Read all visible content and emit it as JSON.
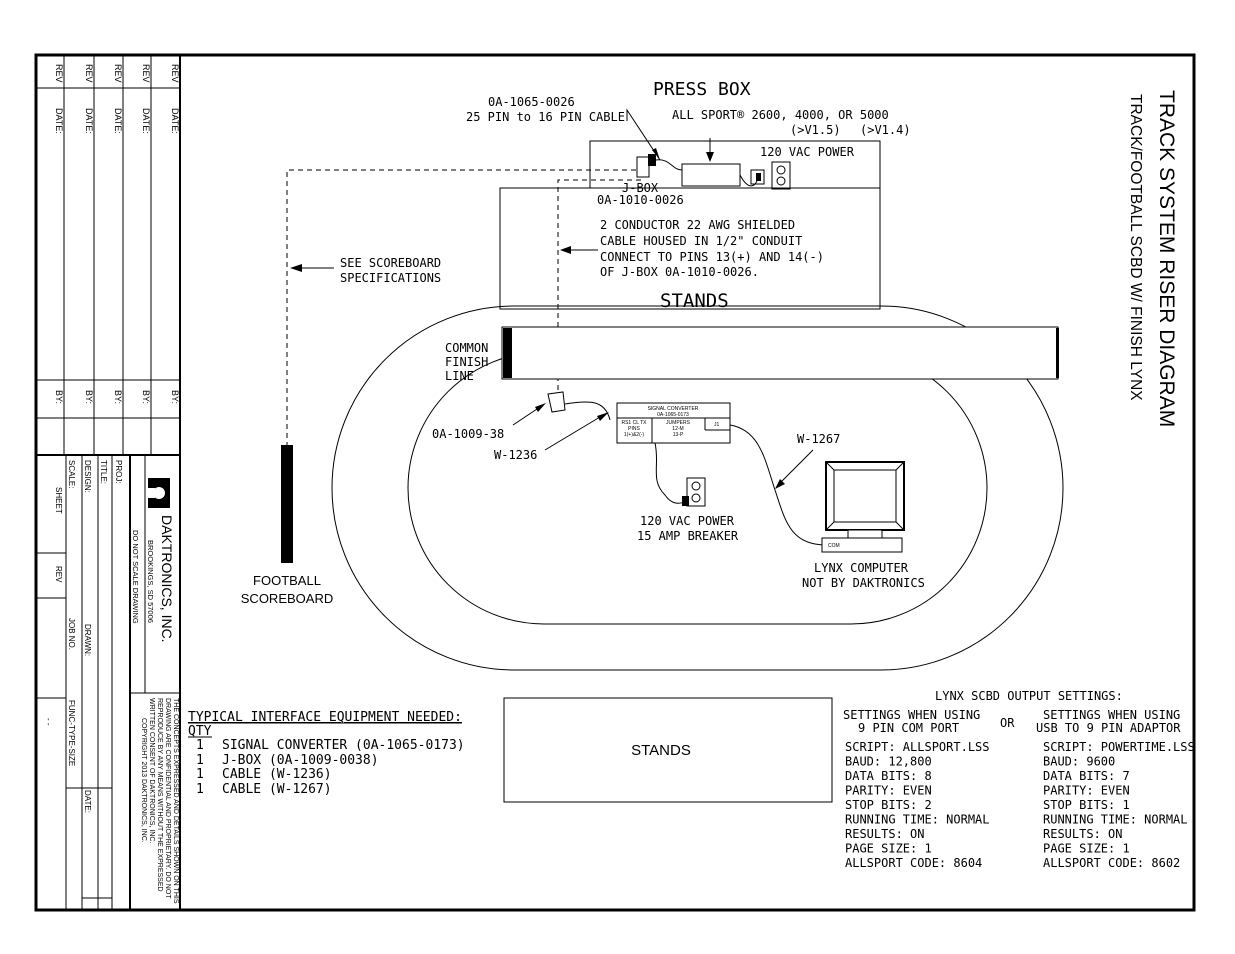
{
  "press_box": {
    "title": "PRESS BOX",
    "cable_part": "0A-1065-0026",
    "cable_desc": "25 PIN to 16 PIN CABLE",
    "allsport_line1": "ALL SPORT® 2600, 4000, OR 5000",
    "allsport_v1": "(>V1.5)",
    "allsport_v2": "(>V1.4)",
    "power": "120 VAC POWER",
    "jbox_label": "J-BOX",
    "jbox_part": "0A-1010-0026"
  },
  "stands_top": {
    "note_lines": [
      "2 CONDUCTOR 22 AWG SHIELDED",
      "CABLE HOUSED IN 1/2\" CONDUIT",
      "CONNECT TO PINS 13(+) AND 14(-)",
      "OF J-BOX 0A-1010-0026."
    ],
    "label": "STANDS"
  },
  "see_scoreboard": [
    "SEE SCOREBOARD",
    "SPECIFICATIONS"
  ],
  "finish_line": [
    "COMMON",
    "FINISH",
    "LINE"
  ],
  "jbox_track_part": "0A-1009-38",
  "cable_w1236": "W-1236",
  "cable_w1267": "W-1267",
  "signal_converter": {
    "title": "SIGNAL CONVERTER",
    "part": "0A-1065-0173",
    "col1": [
      "RS1 CL TX",
      "PINS",
      "1(+)&2(-)"
    ],
    "col2": [
      "JUMPERS",
      "12-M",
      "13-P"
    ],
    "j1": "J1"
  },
  "outlet_power": [
    "120 VAC POWER",
    "15 AMP BREAKER"
  ],
  "lynx_computer": [
    "LYNX COMPUTER",
    "NOT BY DAKTRONICS"
  ],
  "computer_badge": "COM",
  "football_scoreboard": [
    "FOOTBALL",
    "SCOREBOARD"
  ],
  "stands_bottom": "STANDS",
  "equipment": {
    "header": "TYPICAL INTERFACE EQUIPMENT NEEDED:",
    "qty_label": "QTY",
    "items": [
      {
        "qty": "1",
        "desc": "SIGNAL CONVERTER (0A-1065-0173)"
      },
      {
        "qty": "1",
        "desc": "J-BOX (0A-1009-0038)"
      },
      {
        "qty": "1",
        "desc": "CABLE (W-1236)"
      },
      {
        "qty": "1",
        "desc": "CABLE (W-1267)"
      }
    ]
  },
  "settings": {
    "title": "LYNX SCBD OUTPUT SETTINGS:",
    "or": "OR",
    "left_header": [
      "SETTINGS WHEN USING",
      "9 PIN COM PORT"
    ],
    "right_header": [
      "SETTINGS WHEN USING",
      "USB TO 9 PIN ADAPTOR"
    ],
    "left": [
      "SCRIPT: ALLSPORT.LSS",
      "BAUD: 12,800",
      "DATA BITS: 8",
      "PARITY: EVEN",
      "STOP BITS: 2",
      "RUNNING TIME: NORMAL",
      "RESULTS: ON",
      "PAGE SIZE: 1",
      "ALLSPORT CODE: 8604"
    ],
    "right": [
      "SCRIPT: POWERTIME.LSS",
      "BAUD: 9600",
      "DATA BITS: 7",
      "PARITY: EVEN",
      "STOP BITS: 1",
      "RUNNING TIME: NORMAL",
      "RESULTS: ON",
      "PAGE SIZE: 1",
      "ALLSPORT CODE: 8602"
    ]
  },
  "drawing_title": "TRACK SYSTEM RISER DIAGRAM",
  "drawing_subtitle": "TRACK/FOOTBALL SCBD W/ FINISH LYNX",
  "title_block": {
    "rev": "REV",
    "date": "DATE:",
    "by": "BY:",
    "company": "DAKTRONICS, INC.",
    "location": "BROOKINGS, SD 57006",
    "no_scale": "DO NOT SCALE DRAWING",
    "proj": "PROJ:",
    "title": "TITLE:",
    "design": "DESIGN:",
    "drawn": "DRAWN:",
    "date2": "DATE:",
    "scale": "SCALE:",
    "job_no": "JOB NO.",
    "func_type_size": "FUNC-TYPE-SIZE",
    "func_value": "-   -",
    "sheet": "SHEET",
    "rev2": "REV",
    "confidential": [
      "THE CONCEPTS EXPRESSED AND DETAILS SHOWN ON THIS",
      "DRAWING ARE CONFIDENTIAL AND PROPRIETARY. DO NOT",
      "REPRODUCE BY ANY MEANS WITHOUT THE EXPRESSED",
      "WRITTEN CONSENT OF DAKTRONICS, INC.",
      "COPYRIGHT 2013 DAKTRONICS, INC."
    ]
  }
}
